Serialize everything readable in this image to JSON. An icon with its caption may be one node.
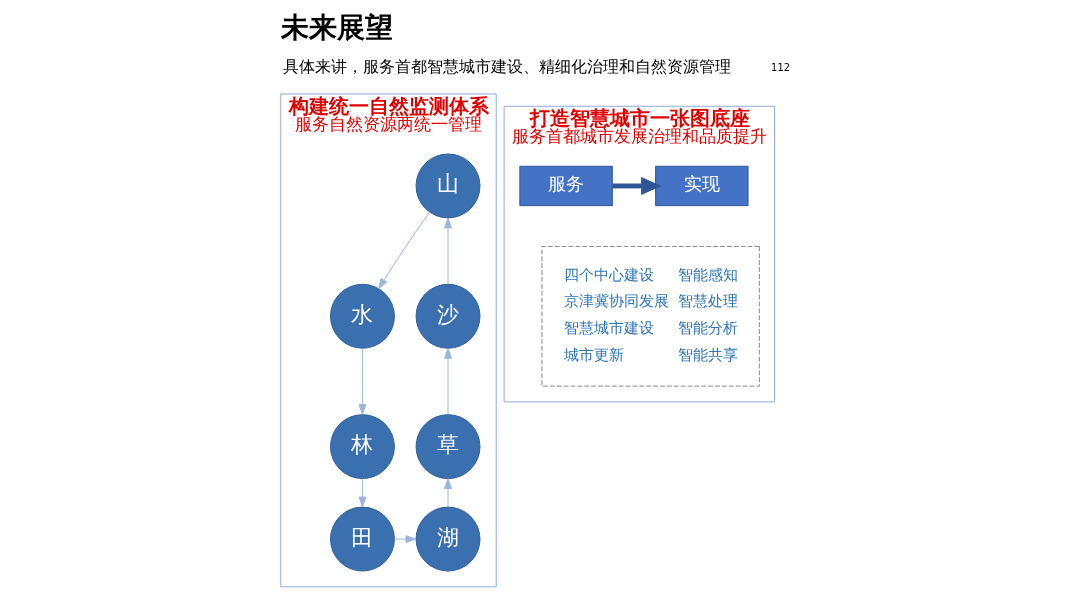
{
  "diagram": {
    "title": "未来展望",
    "nodes": [
      {
        "text": [
          "构建统一自然监测体系",
          "服务自然资源两统一管理"
        ]
      },
      {
        "text": [
          "山"
        ],
        "in": 0
      },
      {
        "text": [
          "水"
        ],
        "in": 0
      },
      {
        "text": [
          "林"
        ],
        "in": 0
      },
      {
        "text": [
          "田"
        ],
        "in": 0
      },
      {
        "text": [
          "湖"
        ],
        "in": 0
      },
      {
        "text": [
          "草"
        ],
        "in": 0
      },
      {
        "text": [
          "沙"
        ],
        "in": 0
      },
      {
        "text": [
          "打造智慧城市一张图底座",
          "服务首都城市发展治理和品质提升"
        ]
      },
      {
        "text": [
          "服务"
        ],
        "in": 8
      },
      {
        "text": [
          "实现"
        ],
        "in": 8
      },
      {
        "text": [
          "四个中心建设",
          "京津冀协同发展",
          "智慧城市建设",
          "城市更新",
          "智能感知",
          "智慧处理",
          "智能分析",
          "智能共享"
        ],
        "in": 8
      }
    ],
    "edges": [
      {
        "from": 1,
        "to": 2,
        "arrow": "to"
      },
      {
        "from": 2,
        "to": 3,
        "arrow": "to"
      },
      {
        "from": 3,
        "to": 4,
        "arrow": "to"
      },
      {
        "from": 4,
        "to": 5,
        "arrow": "to"
      },
      {
        "from": 5,
        "to": 6,
        "arrow": "to"
      },
      {
        "from": 6,
        "to": 7,
        "arrow": "to"
      },
      {
        "from": 7,
        "to": 1,
        "arrow": "to"
      },
      {
        "from": 9,
        "to": 10,
        "arrow": "to",
        "style": "thick",
        "color": "#2f5597"
      }
    ],
    "labels": [
      "具体来讲，服务首都智慧城市建设、精细化治理和自然资源管理",
      "112"
    ]
  }
}
